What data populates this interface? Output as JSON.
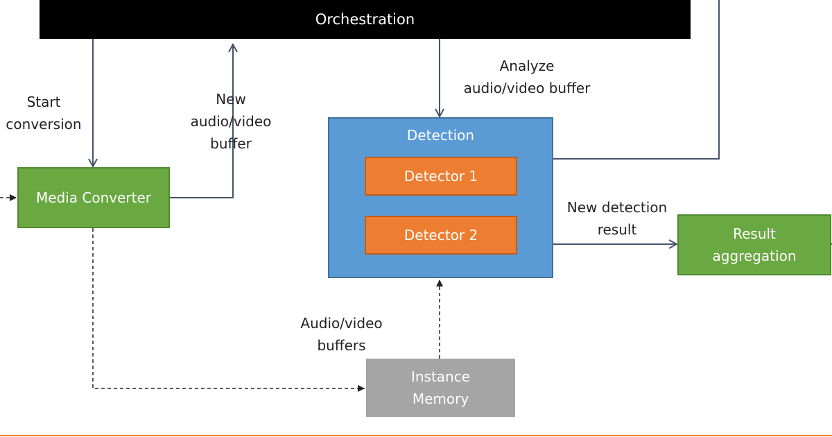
{
  "diagram": {
    "orchestration": "Orchestration",
    "media_converter": "Media Converter",
    "detection": "Detection",
    "detector_1": "Detector 1",
    "detector_2": "Detector 2",
    "result_aggregation": "Result\naggregation",
    "instance_memory": "Instance\nMemory",
    "labels": {
      "start_conversion": "Start\nconversion",
      "new_buffer": "New\naudio/video\nbuffer",
      "analyze": "Analyze\naudio/video buffer",
      "new_result": "New detection\nresult",
      "buffers": "Audio/video\nbuffers"
    }
  },
  "colors": {
    "orchestration": "#000000",
    "green": "#6aa842",
    "detection": "#5b9bd5",
    "detector": "#ed7d31",
    "memory": "#a5a5a5",
    "arrow": "#44546a"
  }
}
